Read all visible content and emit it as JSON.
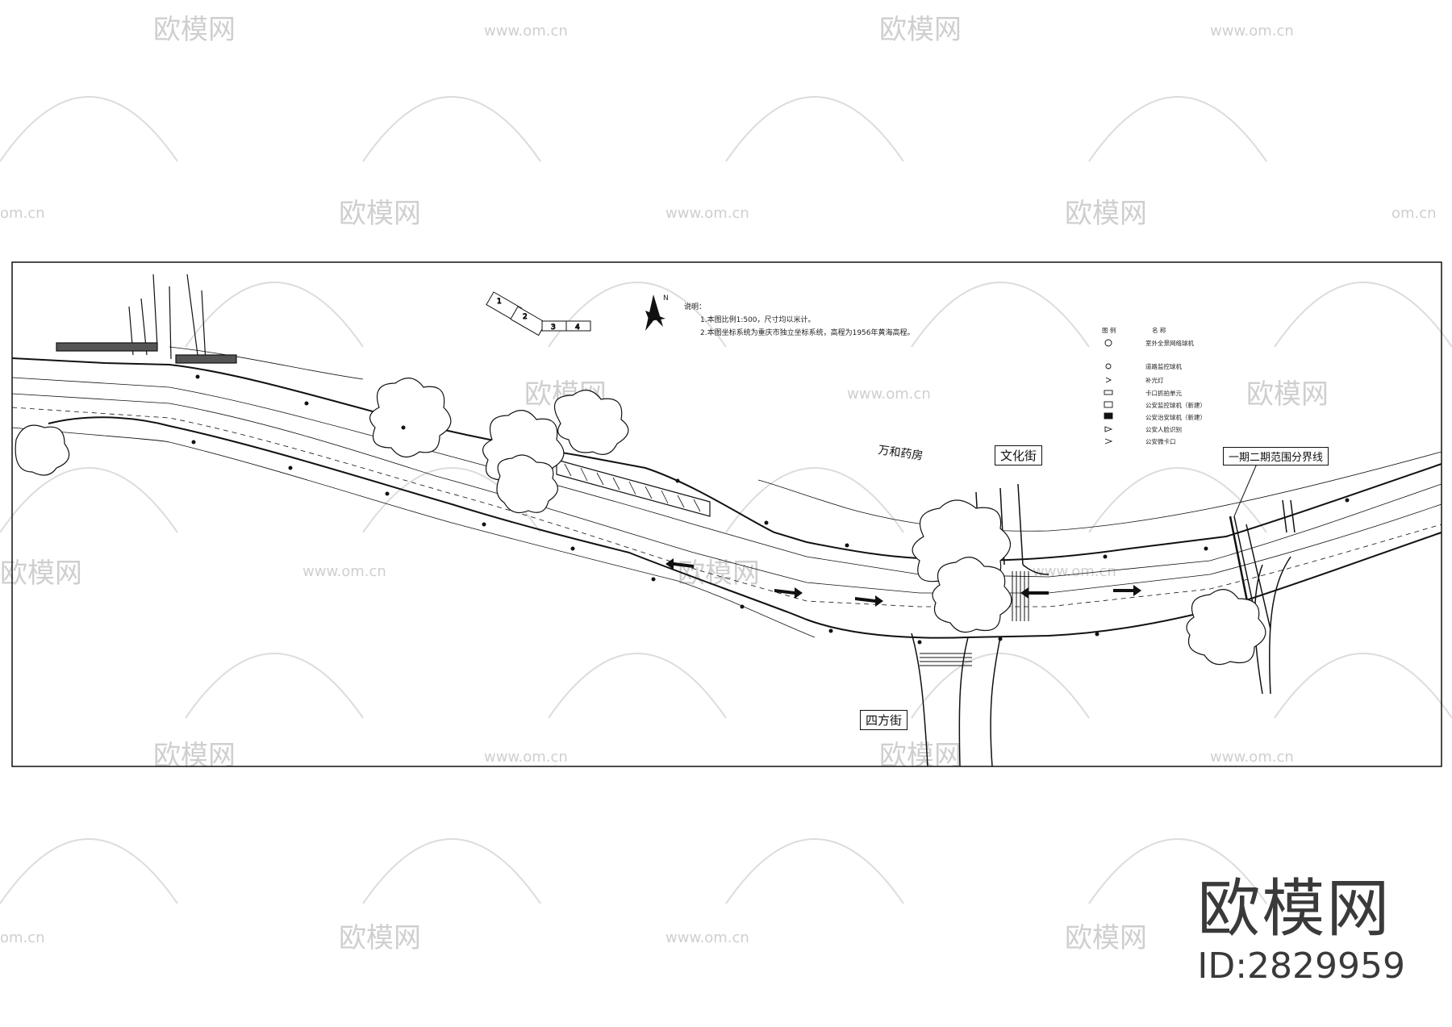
{
  "watermark": {
    "brand": "欧模网",
    "site": "www.om.cn",
    "site_partial": "om.cn",
    "brand_partial": "欧模网"
  },
  "notes": {
    "heading": "说明：",
    "line1": "1.本图比例1:500，尺寸均以米计。",
    "line2": "2.本图坐标系统为重庆市独立坐标系统，高程为1956年黄海高程。"
  },
  "legend": {
    "col1": "图 例",
    "col2": "名 称",
    "items": [
      "室外全景网络球机",
      "道路监控球机",
      "补光灯",
      "卡口抓拍单元",
      "公安监控球机（新建）",
      "公安治安球机（新建）",
      "公安人脸识别",
      "公安微卡口"
    ]
  },
  "labels": {
    "pharmacy": "万和药房",
    "wenhua_street": "文化街",
    "sifang_street": "四方街",
    "phase_boundary": "一期二期范围分界线"
  },
  "scale_bar": [
    "1",
    "2",
    "3",
    "4"
  ],
  "north": "N",
  "brand_block": {
    "name": "欧模网",
    "id": "ID:2829959"
  },
  "colors": {
    "line": "#111111",
    "watermark": "#cfcfcf",
    "brand": "#3a3a3a"
  }
}
